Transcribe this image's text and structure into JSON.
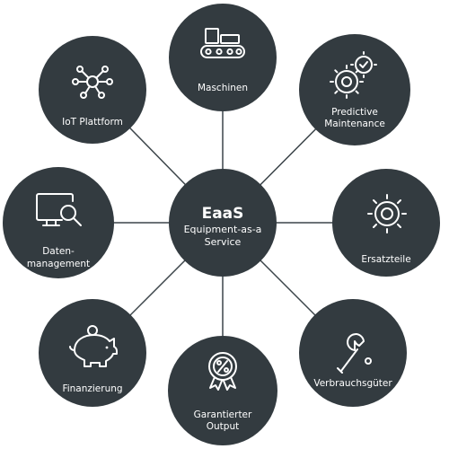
{
  "center": {
    "title": "EaaS",
    "subtitle_line1": "Equipment-as-a",
    "subtitle_line2": "Service"
  },
  "nodes": {
    "maschinen": {
      "label": "Maschinen",
      "icon": "conveyor-machine-icon"
    },
    "predictive": {
      "line1": "Predictive",
      "line2": "Maintenance",
      "icon": "gears-check-icon"
    },
    "ersatzteile": {
      "label": "Ersatzteile",
      "icon": "gear-icon"
    },
    "verbrauchsgueter": {
      "label": "Verbrauchsgüter",
      "icon": "wrench-icon"
    },
    "garantierter": {
      "line1": "Garantierter",
      "line2": "Output",
      "icon": "percent-badge-icon"
    },
    "finanzierung": {
      "label": "Finanzierung",
      "icon": "piggy-bank-icon"
    },
    "daten": {
      "line1": "Daten-",
      "line2": "management",
      "icon": "monitor-search-icon"
    },
    "iot": {
      "label": "IoT Plattform",
      "icon": "network-hub-icon"
    }
  },
  "colors": {
    "node_fill": "#333b40",
    "connector": "#3c454a",
    "text": "#ffffff",
    "background": "#ffffff"
  }
}
